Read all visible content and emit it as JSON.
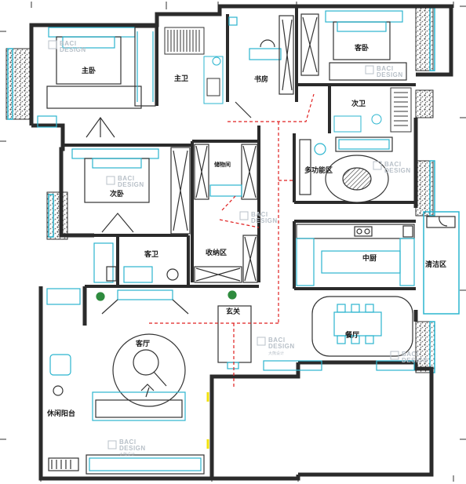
{
  "colors": {
    "wall": "#2b2b2b",
    "furniture": "#2bb5cf",
    "line": "#333333",
    "flow": "#e02020",
    "stone": "#555555",
    "plant": "#2e8b3e",
    "watermark": "#b8c0c8",
    "accent": "#f2e20a"
  },
  "rooms": {
    "master_bedroom": "主卧",
    "master_bath": "主卫",
    "study": "书房",
    "guest_bedroom": "客卧",
    "second_bath": "次卫",
    "multi_function": "多功能区",
    "second_bedroom": "次卧",
    "storage_small": "储物间",
    "storage_area": "收纳区",
    "guest_bath": "客卫",
    "kitchen": "中厨",
    "laundry": "清洁区",
    "entrance": "玄关",
    "dining": "餐厅",
    "living": "客厅",
    "balcony": "休闲阳台"
  },
  "watermark": {
    "line1": "BACI",
    "line2": "DESIGN",
    "line3": "大熊设计"
  }
}
